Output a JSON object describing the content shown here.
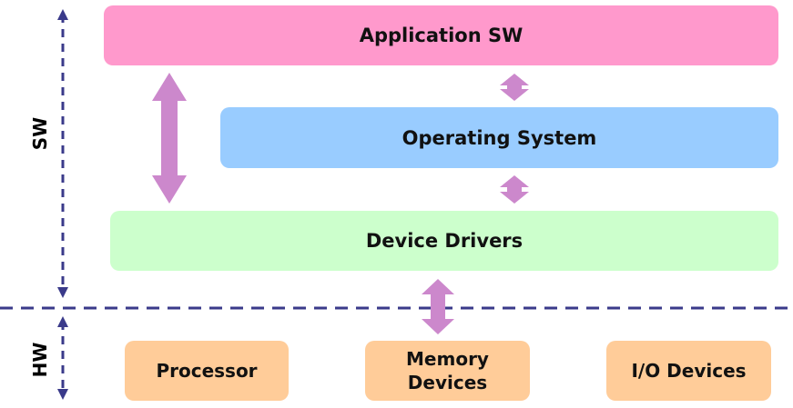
{
  "colors": {
    "app_box": "#ff99cc",
    "os_box": "#99ccff",
    "driver_box": "#ccffcc",
    "hw_box": "#ffcc99",
    "arrow": "#cc88cc",
    "axis": "#3a3a8a"
  },
  "labels": {
    "sw": "SW",
    "hw": "HW"
  },
  "layers": {
    "application": "Application SW",
    "os": "Operating System",
    "drivers": "Device Drivers"
  },
  "hardware": {
    "processor": "Processor",
    "memory_line1": "Memory",
    "memory_line2": "Devices",
    "io": "I/O Devices"
  }
}
